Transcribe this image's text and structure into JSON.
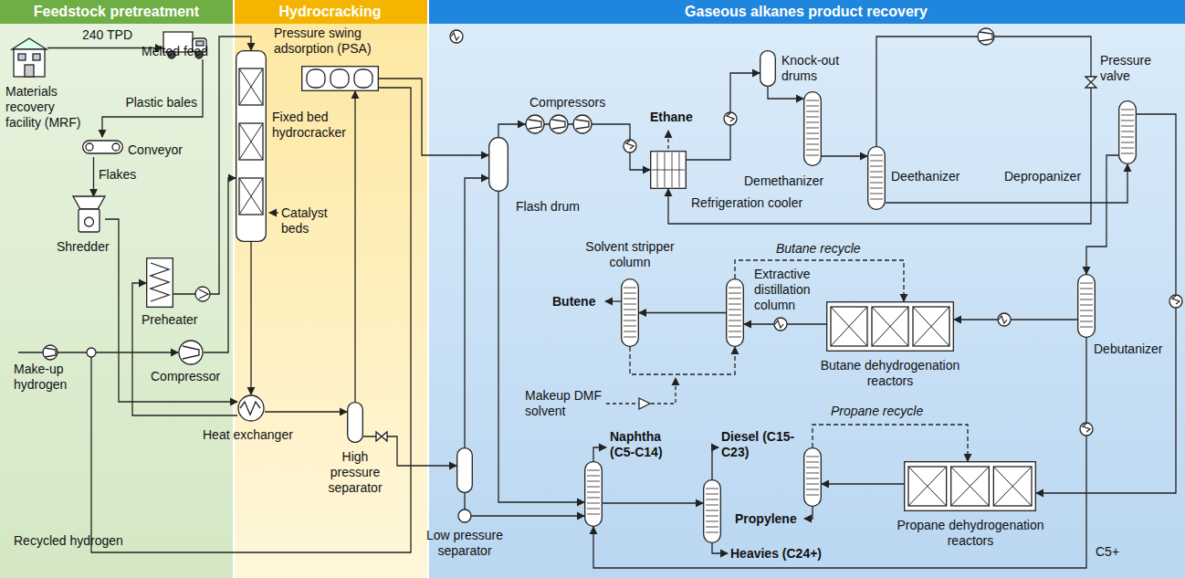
{
  "diagram": {
    "nodes": [
      {
        "text": [
          "Feedstock pretreatment"
        ]
      },
      {
        "text": [
          "Materials recovery facility (MRF)"
        ],
        "in": 0
      },
      {
        "text": [
          "Plastic bales"
        ],
        "in": 0
      },
      {
        "text": [
          "Conveyor"
        ],
        "in": 0
      },
      {
        "text": [
          "Shredder"
        ],
        "in": 0
      },
      {
        "text": [
          "Preheater"
        ],
        "in": 0
      },
      {
        "text": [
          "Compressor"
        ],
        "in": 0
      },
      {
        "text": [
          "Hydrocracking"
        ]
      },
      {
        "text": [
          "Pressure swing adsorption (PSA)"
        ],
        "in": 7
      },
      {
        "text": [
          "Fixed bed hydrocracker"
        ],
        "in": 7
      },
      {
        "text": [
          "Heat exchanger"
        ],
        "in": 7
      },
      {
        "text": [
          "High pressure separator"
        ],
        "in": 7
      },
      {
        "text": [
          "Gaseous alkanes product recovery"
        ]
      },
      {
        "text": [
          "Flash drum"
        ],
        "in": 12
      },
      {
        "text": [
          "Compressors"
        ],
        "in": 12
      },
      {
        "text": [
          "Refrigeration cooler"
        ],
        "in": 12
      },
      {
        "text": [
          "Knock-out drums"
        ],
        "in": 12
      },
      {
        "text": [
          "Demethanizer"
        ],
        "in": 12
      },
      {
        "text": [
          "Deethanizer"
        ],
        "in": 12
      },
      {
        "text": [
          "Depropanizer"
        ],
        "in": 12
      },
      {
        "text": [
          "Solvent stripper column"
        ],
        "in": 12
      },
      {
        "text": [
          "Extractive distillation column"
        ],
        "in": 12
      },
      {
        "text": [
          "Butane dehydrogenation reactors"
        ],
        "in": 12
      },
      {
        "text": [
          "Debutanizer"
        ],
        "in": 12
      },
      {
        "text": [
          "Low pressure separator"
        ],
        "in": 12
      },
      {
        "text": [
          "Naphtha (C5-C14)"
        ],
        "in": 12
      },
      {
        "text": [
          "Diesel (C15-C23)",
          "Heavies (C24+)"
        ],
        "in": 12
      },
      {
        "text": [
          "Propylene"
        ],
        "in": 12
      },
      {
        "text": [
          "Propane dehydrogenation reactors"
        ],
        "in": 12
      }
    ],
    "edges": [
      {
        "from": 1,
        "to": 2,
        "arrow": "to",
        "label": "240 TPD"
      },
      {
        "from": 2,
        "to": 3,
        "arrow": "to"
      },
      {
        "from": 3,
        "to": 4,
        "arrow": "to",
        "label": "Flakes"
      },
      {
        "from": 4,
        "to": 10,
        "arrow": "to"
      },
      {
        "from": 10,
        "to": 5,
        "arrow": "to"
      },
      {
        "from": 5,
        "to": 9,
        "arrow": "to",
        "label": "Melted feed"
      },
      {
        "from": 6,
        "to": 9,
        "arrow": "to"
      },
      {
        "from": 9,
        "to": 10,
        "arrow": "to"
      },
      {
        "from": 10,
        "to": 11,
        "arrow": "to"
      },
      {
        "from": 11,
        "to": 8,
        "arrow": "to"
      },
      {
        "from": 8,
        "to": 6,
        "arrow": "to",
        "label": "Recycled hydrogen"
      },
      {
        "from": 8,
        "to": 13,
        "arrow": "to"
      },
      {
        "from": 11,
        "to": 24,
        "arrow": "to"
      },
      {
        "from": 24,
        "to": 13,
        "arrow": "to"
      },
      {
        "from": 24,
        "to": 25,
        "arrow": "to"
      },
      {
        "from": 13,
        "to": 25,
        "arrow": "to"
      },
      {
        "from": 13,
        "to": 14,
        "arrow": "to"
      },
      {
        "from": 14,
        "to": 15,
        "arrow": "to"
      },
      {
        "from": 15,
        "to": 16,
        "arrow": "to"
      },
      {
        "from": 16,
        "to": 17,
        "arrow": "to"
      },
      {
        "from": 17,
        "to": 18,
        "arrow": "to"
      },
      {
        "from": 18,
        "to": 15,
        "arrow": "to"
      },
      {
        "from": 18,
        "to": 19,
        "arrow": "to"
      },
      {
        "from": 19,
        "to": 28,
        "arrow": "to"
      },
      {
        "from": 19,
        "to": 23,
        "arrow": "to"
      },
      {
        "from": 23,
        "to": 22,
        "arrow": "to"
      },
      {
        "from": 23,
        "to": 25,
        "arrow": "to",
        "label": "C5+"
      },
      {
        "from": 22,
        "to": 21,
        "arrow": "to"
      },
      {
        "from": 21,
        "to": 20,
        "arrow": "to"
      },
      {
        "from": 21,
        "to": 22,
        "arrow": "to",
        "label": "Butane recycle"
      },
      {
        "from": 20,
        "to": 21,
        "arrow": "to"
      },
      {
        "from": 28,
        "to": 27,
        "arrow": "to"
      },
      {
        "from": 27,
        "to": 28,
        "arrow": "to",
        "label": "Propane recycle"
      },
      {
        "from": 25,
        "to": 26,
        "arrow": "to"
      }
    ],
    "labels": [
      "Catalyst beds",
      "Make-up hydrogen",
      "Ethane",
      "Butene",
      "Makeup DMF solvent",
      "Pressure valve"
    ]
  }
}
